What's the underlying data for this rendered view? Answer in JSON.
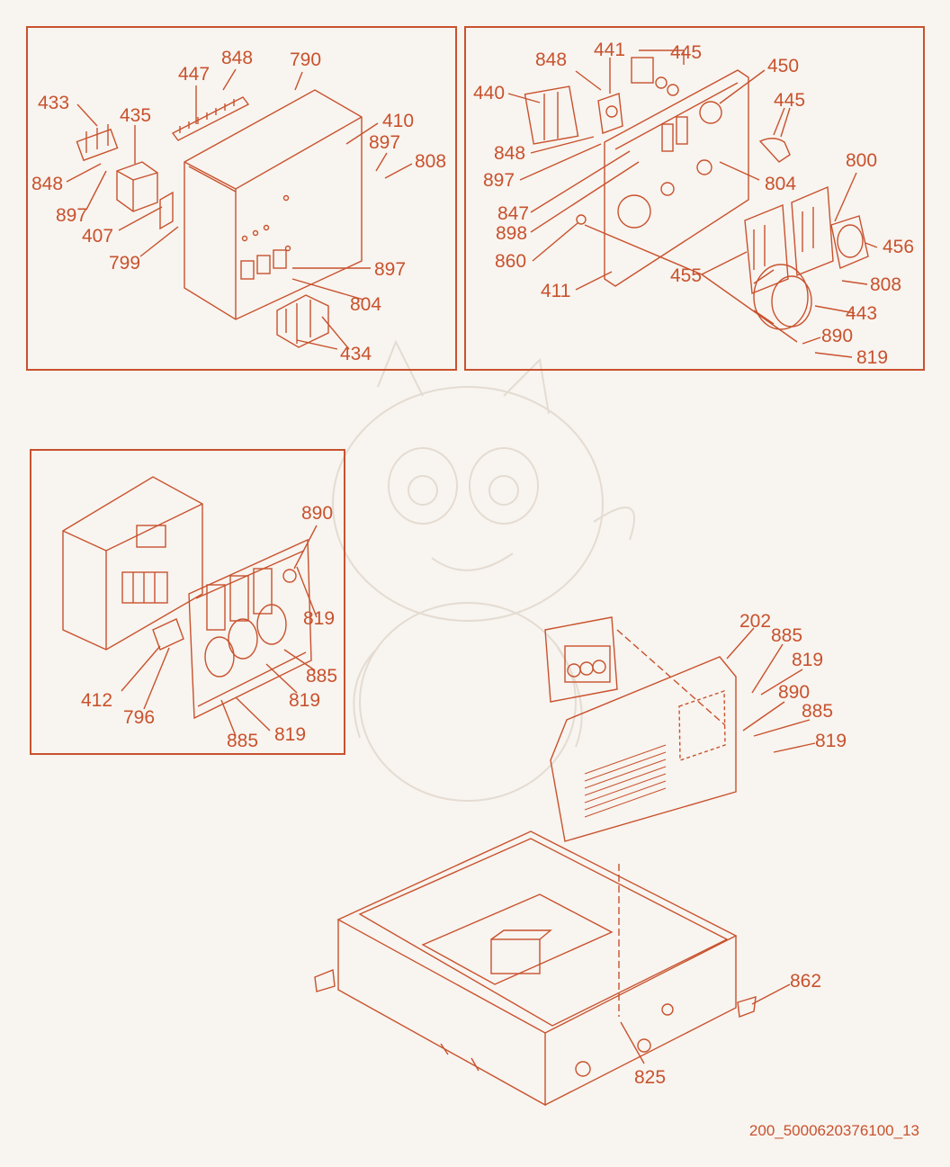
{
  "diagram": {
    "accent_color": "#c8522e",
    "background_color": "#f8f4ef",
    "drawing_code": "200_5000620376100_13",
    "panel_top_left": {
      "labels": [
        "447",
        "848",
        "790",
        "433",
        "435",
        "410",
        "897",
        "808",
        "848",
        "897",
        "407",
        "799",
        "897",
        "804",
        "434"
      ]
    },
    "panel_top_right": {
      "labels": [
        "848",
        "441",
        "445",
        "440",
        "450",
        "445",
        "848",
        "897",
        "804",
        "800",
        "847",
        "898",
        "456",
        "860",
        "411",
        "455",
        "808",
        "443",
        "890",
        "819"
      ]
    },
    "panel_mid_left": {
      "labels": [
        "890",
        "819",
        "885",
        "412",
        "796",
        "819",
        "885",
        "819"
      ]
    },
    "main_assembly": {
      "labels": [
        "202",
        "885",
        "819",
        "890",
        "885",
        "819",
        "862",
        "825"
      ]
    }
  }
}
